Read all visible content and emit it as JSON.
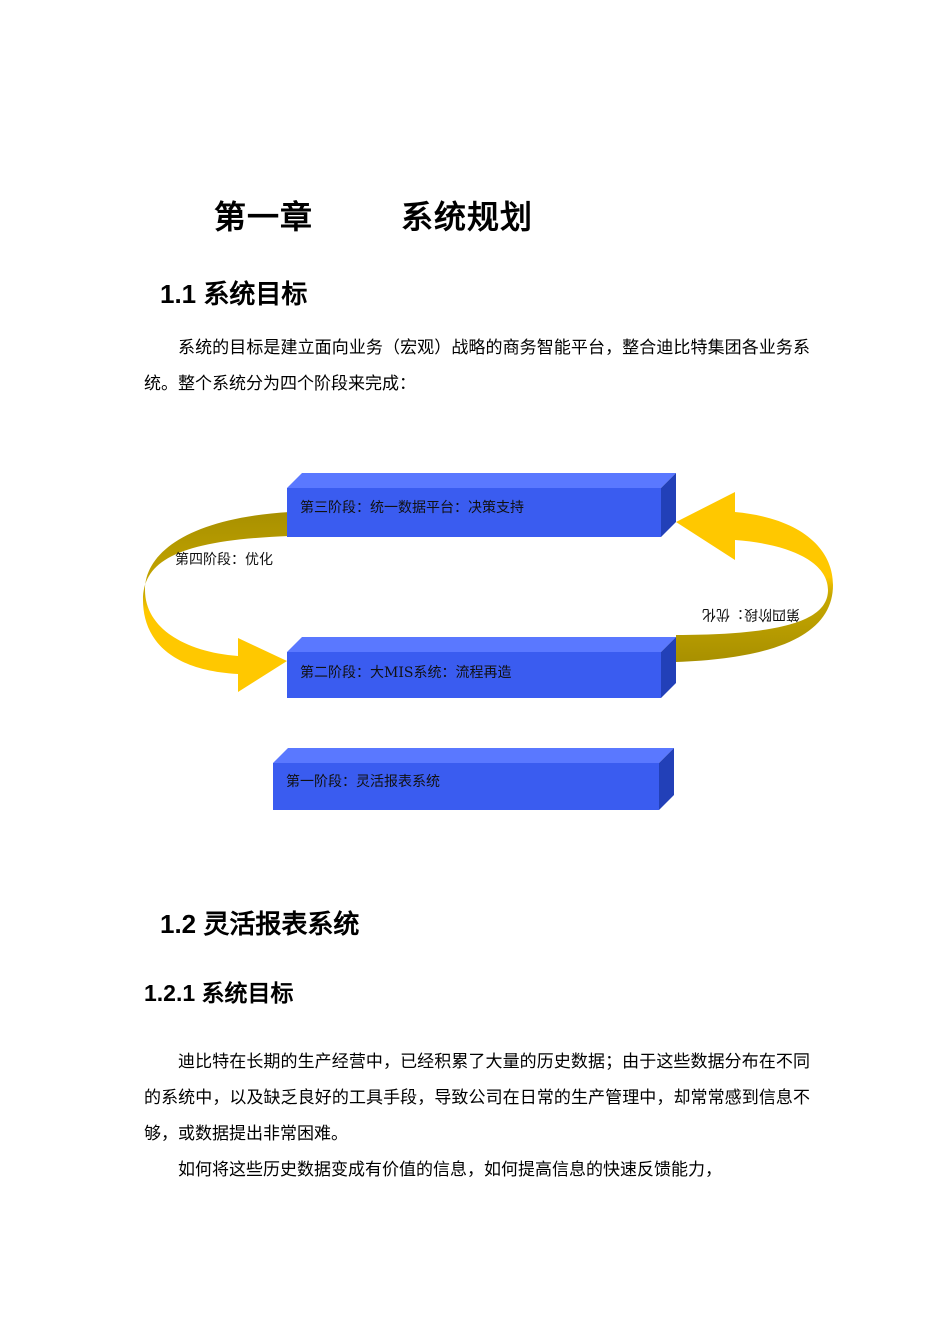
{
  "chapter": {
    "number": "第一章",
    "title": "系统规划"
  },
  "section_1_1": {
    "heading": "1.1 系统目标",
    "paragraph": "系统的目标是建立面向业务（宏观）战略的商务智能平台，整合迪比特集团各业务系统。整个系统分为四个阶段来完成："
  },
  "diagram": {
    "stage3": "第三阶段：统一数据平台：决策支持",
    "stage2": "第二阶段：大MIS系统：流程再造",
    "stage1": "第一阶段：灵活报表系统",
    "stage4_left": "第四阶段：优化",
    "stage4_right_mirrored": "第四阶段：优化",
    "colors": {
      "box_front": "#3a5cf0",
      "box_top": "#5a78ff",
      "box_side": "#2240b8",
      "arrow_light": "#ffc800",
      "arrow_dark": "#a89000"
    }
  },
  "section_1_2": {
    "heading": "1.2 灵活报表系统"
  },
  "section_1_2_1": {
    "heading": "1.2.1 系统目标",
    "paragraphs": [
      "迪比特在长期的生产经营中，已经积累了大量的历史数据；由于这些数据分布在不同的系统中，以及缺乏良好的工具手段，导致公司在日常的生产管理中，却常常感到信息不够，或数据提出非常困难。",
      "如何将这些历史数据变成有价值的信息，如何提高信息的快速反馈能力，"
    ]
  }
}
